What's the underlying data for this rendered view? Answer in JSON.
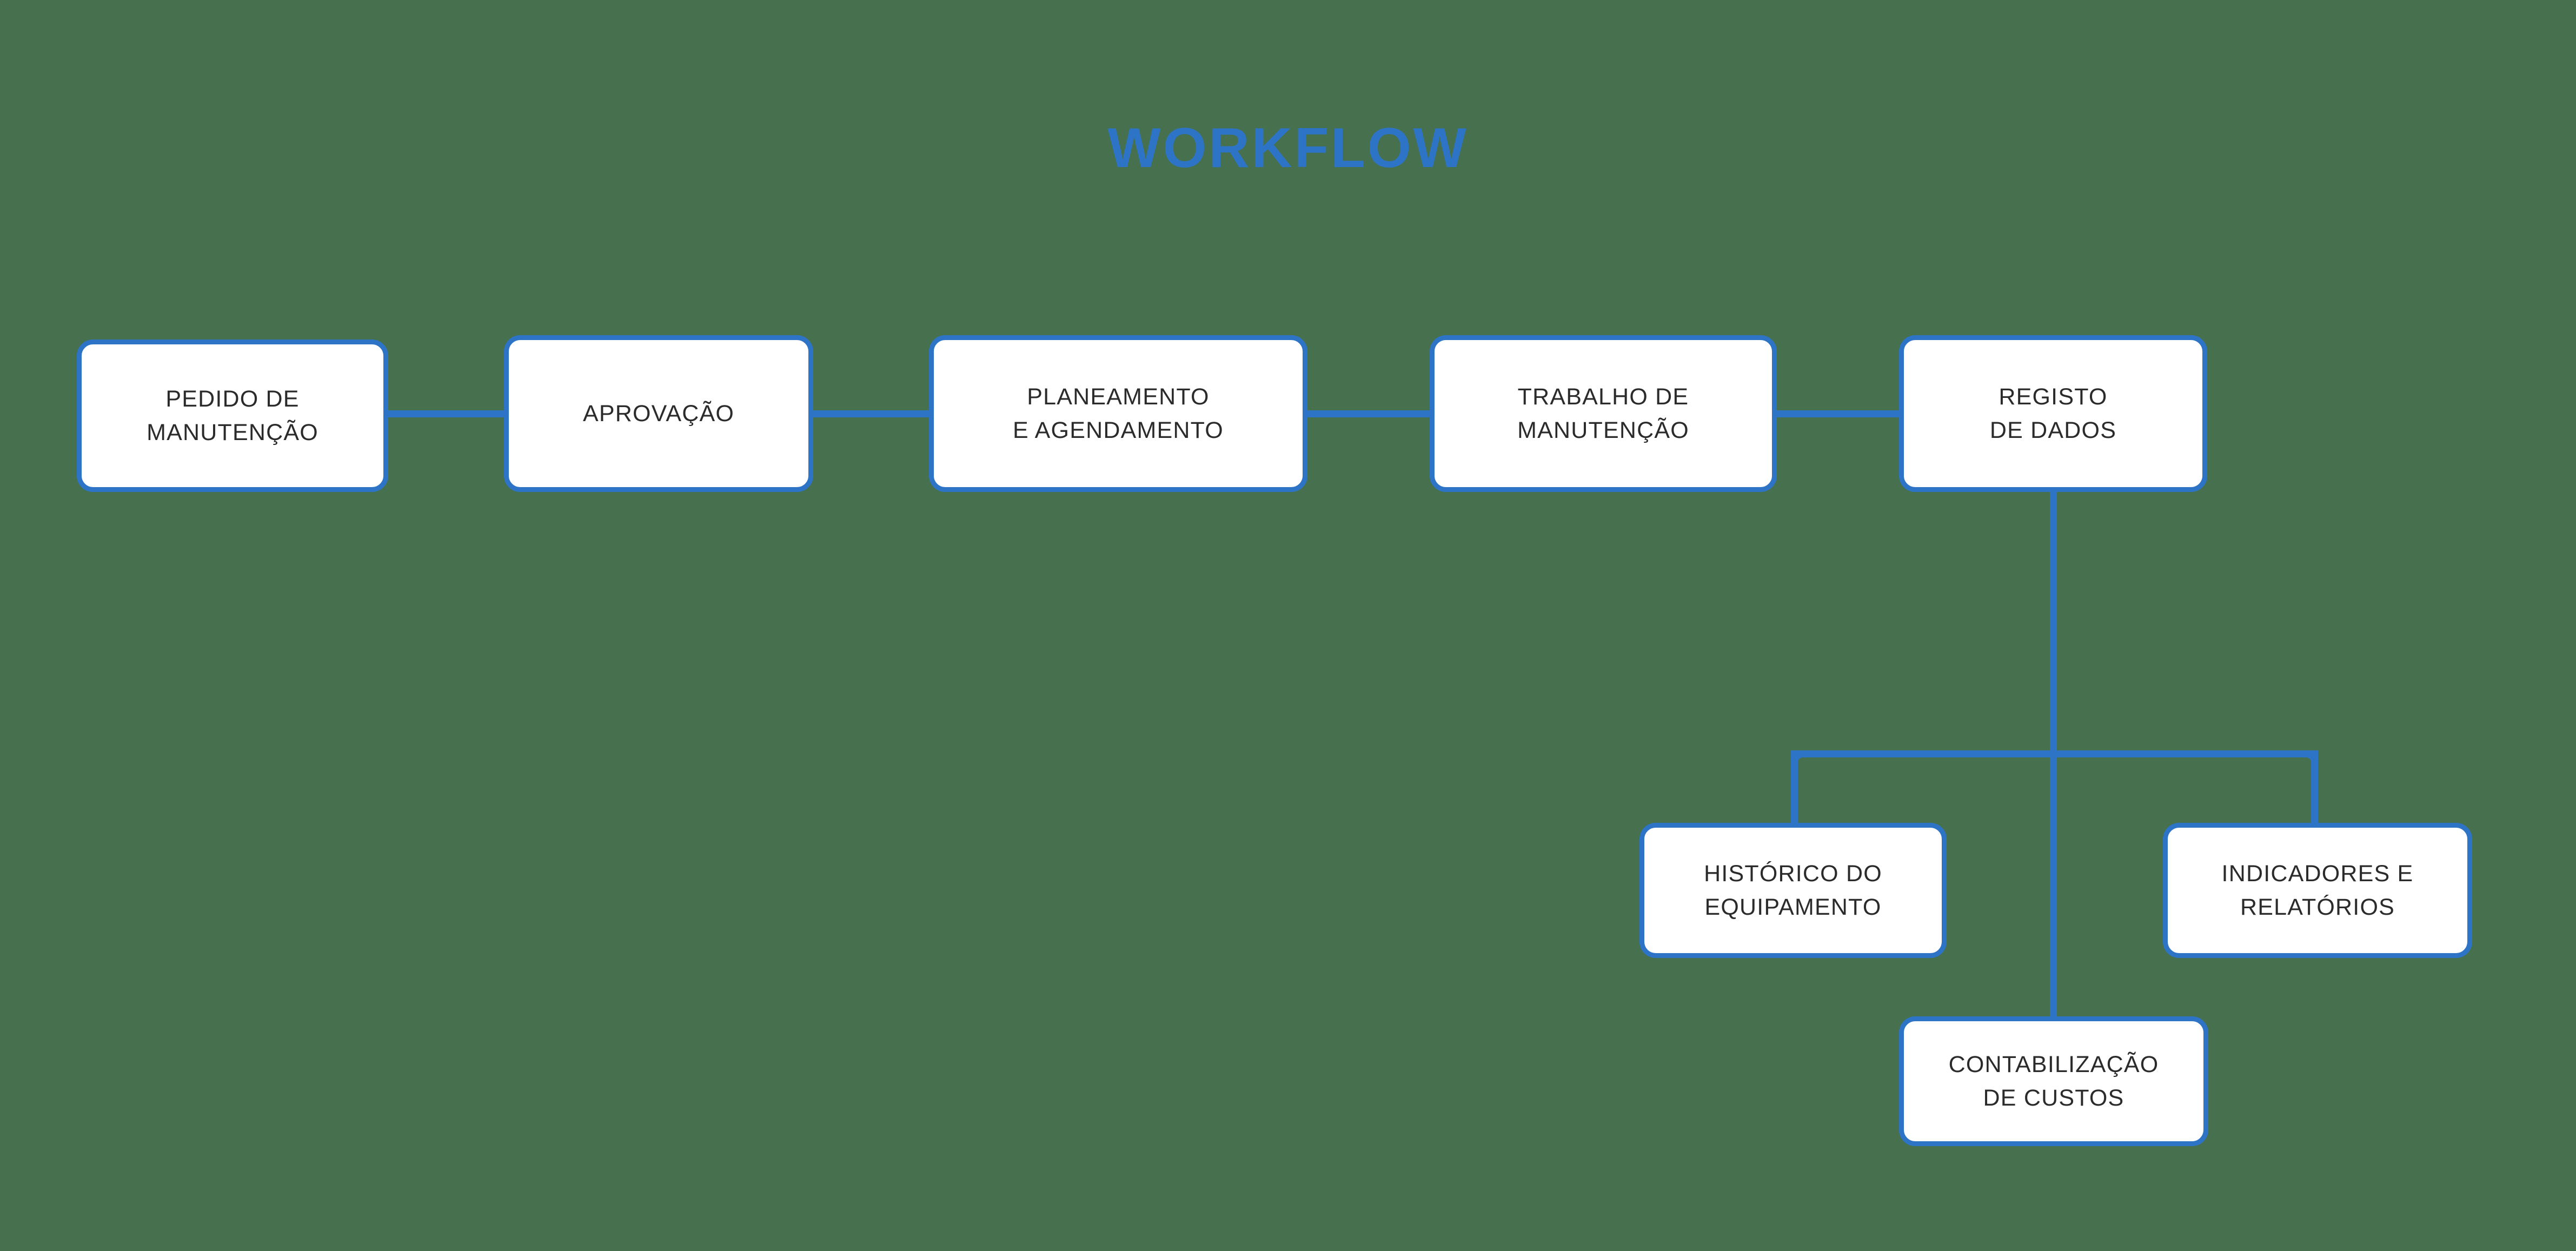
{
  "title": "WORKFLOW",
  "colors": {
    "background": "#47704e",
    "accent": "#2e74c6",
    "node_fill": "#ffffff",
    "node_text": "#2b2b2b"
  },
  "nodes": [
    {
      "id": "pedido",
      "label": "PEDIDO DE\nMANUTENÇÃO"
    },
    {
      "id": "aprovacao",
      "label": "APROVAÇÃO"
    },
    {
      "id": "planeamento",
      "label": "PLANEAMENTO\nE AGENDAMENTO"
    },
    {
      "id": "trabalho",
      "label": "TRABALHO DE\nMANUTENÇÃO"
    },
    {
      "id": "registo",
      "label": "REGISTO\nDE DADOS"
    },
    {
      "id": "historico",
      "label": "HISTÓRICO DO\nEQUIPAMENTO"
    },
    {
      "id": "indicadores",
      "label": "INDICADORES E\nRELATÓRIOS"
    },
    {
      "id": "contabilizacao",
      "label": "CONTABILIZAÇÃO\nDE CUSTOS"
    }
  ]
}
